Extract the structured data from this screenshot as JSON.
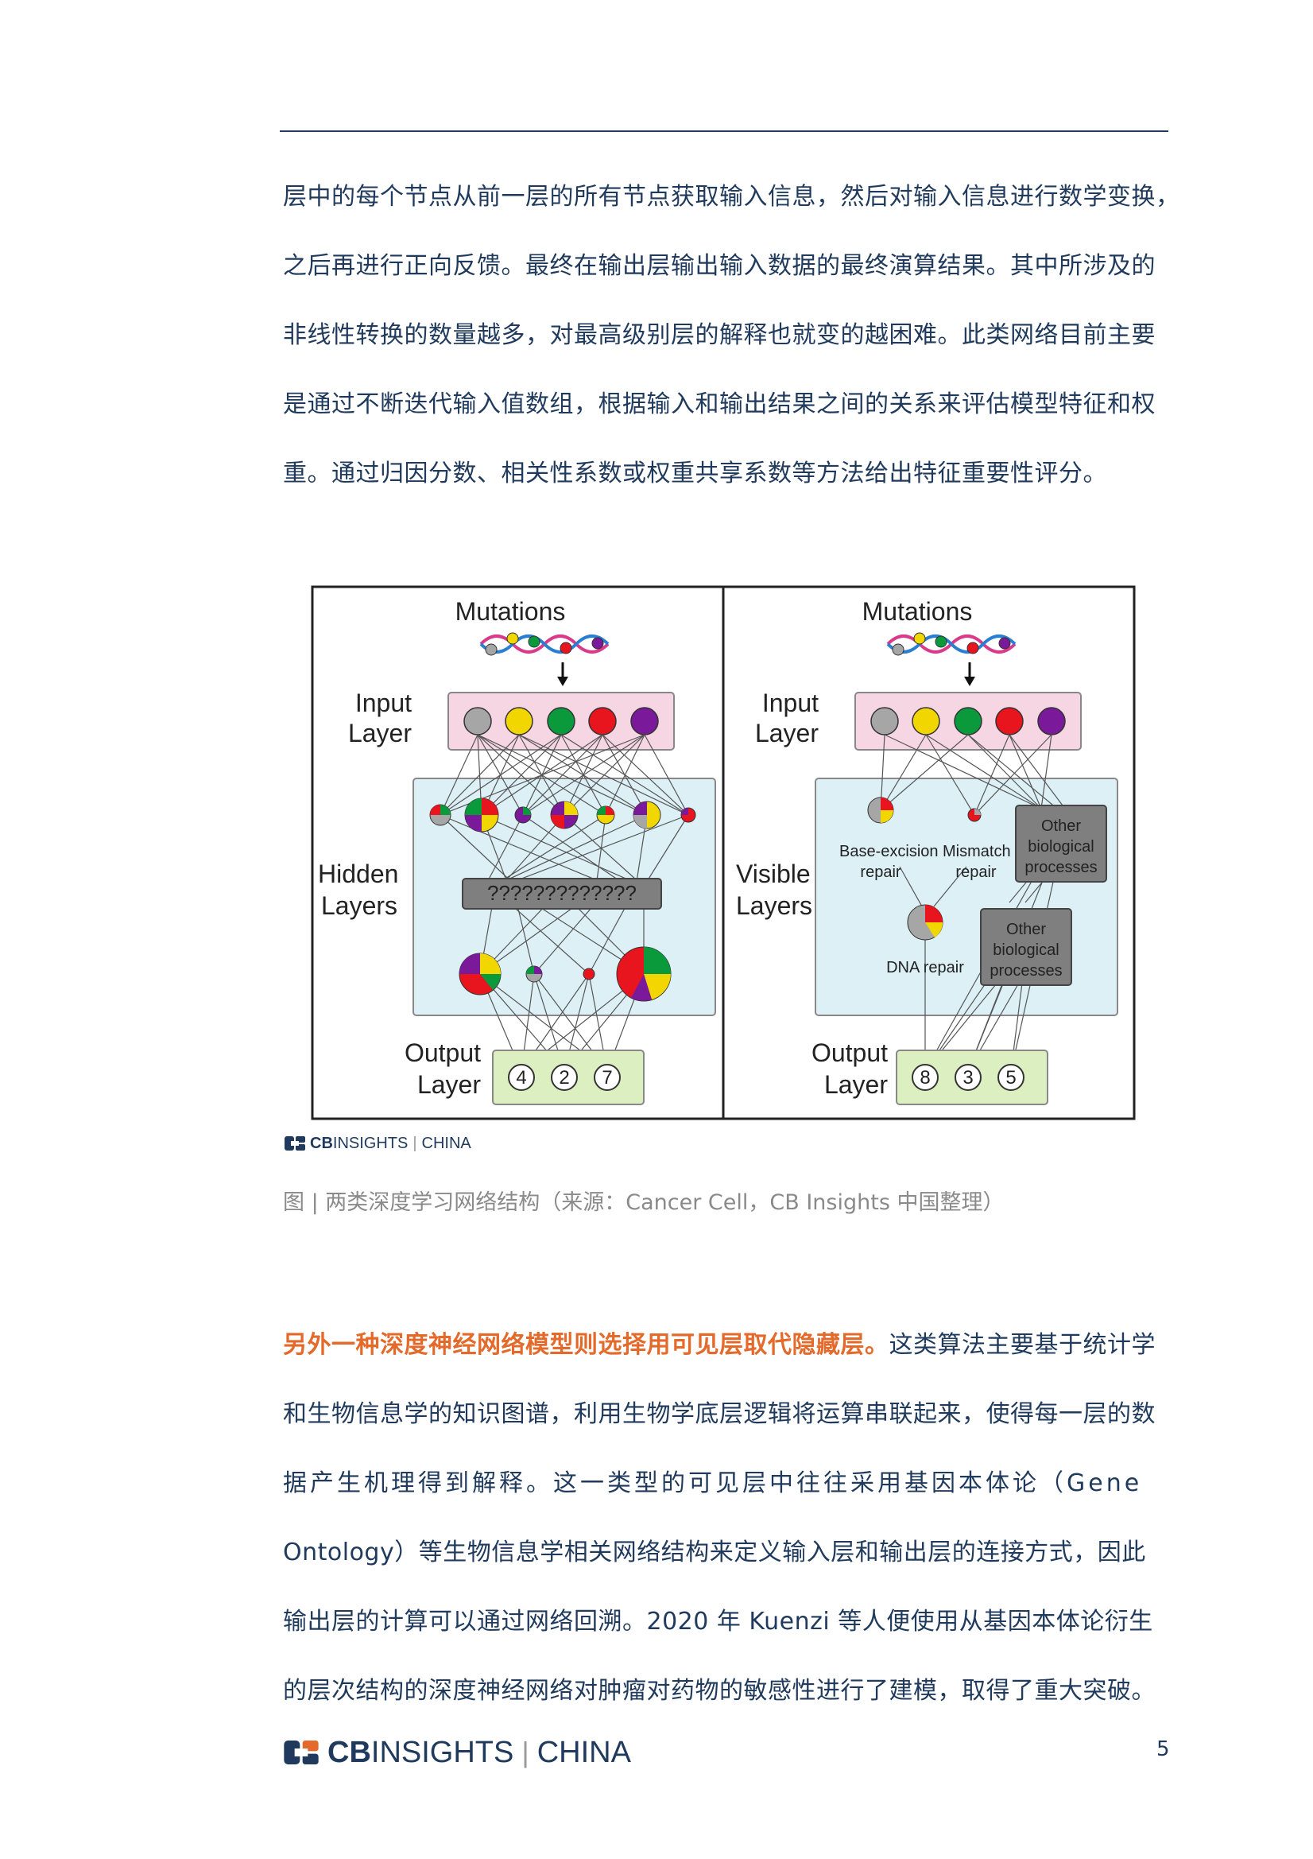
{
  "paragraph1": {
    "lines": [
      "层中的每个节点从前一层的所有节点获取输入信息，然后对输入信息进行数学变换，",
      "之后再进行正向反馈。最终在输出层输出输入数据的最终演算结果。其中所涉及的",
      "非线性转换的数量越多，对最高级别层的解释也就变的越困难。此类网络目前主要",
      "是通过不断迭代输入值数组，根据输入和输出结果之间的关系来评估模型特征和权",
      "重。通过归因分数、相关性系数或权重共享系数等方法给出特征重要性评分。"
    ]
  },
  "figure": {
    "left_panel": {
      "mutations": "Mutations",
      "input_label_1": "Input",
      "input_label_2": "Layer",
      "hidden_label_1": "Hidden",
      "hidden_label_2": "Layers",
      "unknown_box": "?????????????",
      "output_label_1": "Output",
      "output_label_2": "Layer",
      "outputs": [
        "4",
        "2",
        "7"
      ]
    },
    "right_panel": {
      "mutations": "Mutations",
      "input_label_1": "Input",
      "input_label_2": "Layer",
      "visible_label_1": "Visible",
      "visible_label_2": "Layers",
      "ber_1": "Base-excision",
      "ber_2": "repair",
      "mm_1": "Mismatch",
      "mm_2": "repair",
      "other_1": "Other",
      "other_2": "biological",
      "other_3": "processes",
      "dna_repair": "DNA repair",
      "output_label_1": "Output",
      "output_label_2": "Layer",
      "outputs": [
        "8",
        "3",
        "5"
      ]
    },
    "node_colors": {
      "gray": "#a6a6a6",
      "yellow": "#f2d600",
      "green": "#0a9a3c",
      "red": "#e8141e",
      "purple": "#7a1a9a"
    }
  },
  "figure_logo": {
    "cb": "CB",
    "insights": "INSIGHTS",
    "sep": "|",
    "china": "CHINA"
  },
  "caption": "图 | 两类深度学习网络结构（来源：Cancer Cell，CB Insights 中国整理）",
  "paragraph2": {
    "highlight": "另外一种深度神经网络模型则选择用可见层取代隐藏层。",
    "line1_rest": "这类算法主要基于统计学",
    "lines": [
      "和生物信息学的知识图谱，利用生物学底层逻辑将运算串联起来，使得每一层的数",
      "据产生机理得到解释。这一类型的可见层中往往采用基因本体论（Gene",
      "Ontology）等生物信息学相关网络结构来定义输入层和输出层的连接方式，因此",
      "输出层的计算可以通过网络回溯。2020 年 Kuenzi 等人便使用从基因本体论衍生",
      "的层次结构的深度神经网络对肿瘤对药物的敏感性进行了建模，取得了重大突破。"
    ]
  },
  "footer": {
    "cb": "CB",
    "insights": "INSIGHTS",
    "sep": "|",
    "china": "CHINA",
    "page_number": "5"
  }
}
